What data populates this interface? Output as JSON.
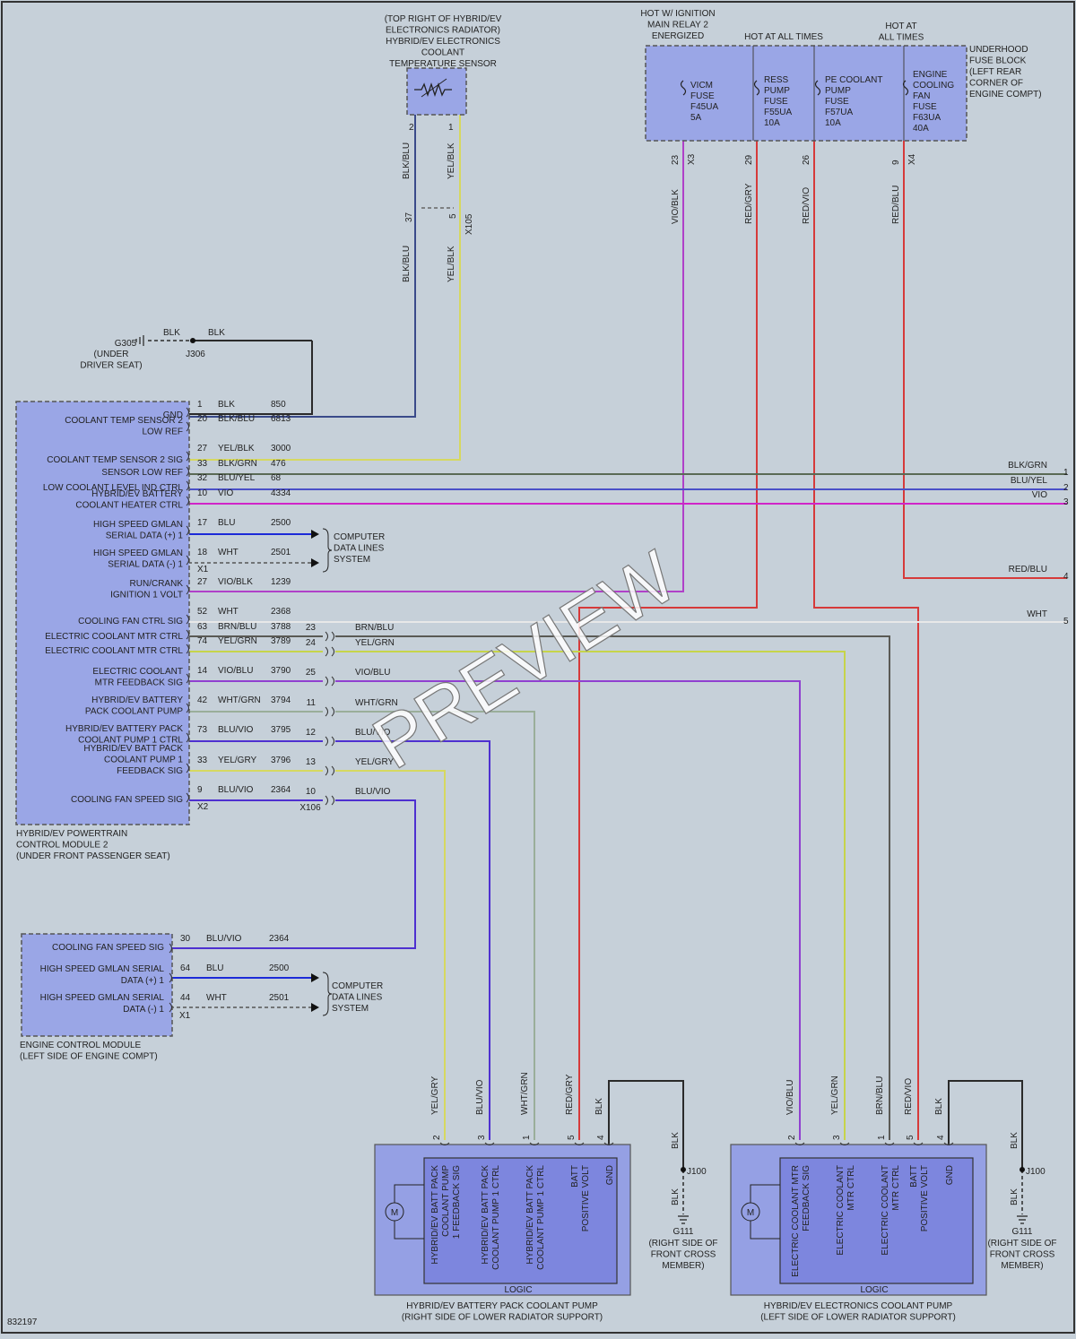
{
  "diagram_id": "832197",
  "watermark": "PREVIEW",
  "sensor_top": {
    "label_lines": [
      "(TOP RIGHT OF HYBRID/EV",
      "ELECTRONICS RADIATOR)",
      "HYBRID/EV ELECTRONICS",
      "COOLANT",
      "TEMPERATURE SENSOR"
    ],
    "pins": [
      "2",
      "1"
    ],
    "wires_upper": [
      "BLK/BLU",
      "YEL/BLK"
    ],
    "wires_lower": [
      "BLK/BLU",
      "YEL/BLK"
    ],
    "connector_pins": [
      "37",
      "5"
    ],
    "connector": "X105"
  },
  "fuse_block": {
    "headers": [
      "HOT W/ IGNITION",
      "MAIN RELAY 2",
      "ENERGIZED",
      "HOT AT ALL TIMES",
      "HOT AT",
      "ALL TIMES"
    ],
    "side_label": [
      "UNDERHOOD",
      "FUSE BLOCK",
      "(LEFT REAR",
      "CORNER OF",
      "ENGINE COMPT)"
    ],
    "fuses": [
      {
        "lines": [
          "VICM",
          "FUSE",
          "F45UA",
          "5A"
        ],
        "pin": "23",
        "conn": "X3",
        "wire": "VIO/BLK"
      },
      {
        "lines": [
          "RESS",
          "PUMP",
          "FUSE",
          "F55UA",
          "10A"
        ],
        "pin": "29",
        "conn": "",
        "wire": "RED/GRY"
      },
      {
        "lines": [
          "PE COOLANT",
          "PUMP",
          "FUSE",
          "F57UA",
          "10A"
        ],
        "pin": "26",
        "conn": "",
        "wire": "RED/VIO"
      },
      {
        "lines": [
          "ENGINE",
          "COOLING",
          "FAN",
          "FUSE",
          "F63UA",
          "40A"
        ],
        "pin": "9",
        "conn": "X4",
        "wire": "RED/BLU"
      }
    ]
  },
  "ground_top": {
    "ground": "G305",
    "ground_loc": [
      "(UNDER",
      "DRIVER SEAT)"
    ],
    "splice": "J306",
    "wires": [
      "BLK",
      "BLK"
    ]
  },
  "hpcm2": {
    "name_lines": [
      "HYBRID/EV POWERTRAIN",
      "CONTROL MODULE 2",
      "(UNDER FRONT PASSENGER SEAT)"
    ],
    "rows": [
      {
        "label": [
          "GND"
        ],
        "pin": "1",
        "wire": "BLK",
        "circuit": "850"
      },
      {
        "label": [
          "COOLANT TEMP SENSOR 2",
          "LOW REF"
        ],
        "pin": "20",
        "wire": "BLK/BLU",
        "circuit": "6813"
      },
      {
        "label": [
          "COOLANT TEMP SENSOR 2 SIG"
        ],
        "pin": "27",
        "wire": "YEL/BLK",
        "circuit": "3000"
      },
      {
        "label": [
          "SENSOR LOW REF"
        ],
        "pin": "33",
        "wire": "BLK/GRN",
        "circuit": "476"
      },
      {
        "label": [
          "LOW COOLANT LEVEL IND CTRL"
        ],
        "pin": "32",
        "wire": "BLU/YEL",
        "circuit": "68"
      },
      {
        "label": [
          "HYBRID/EV BATTERY",
          "COOLANT HEATER CTRL"
        ],
        "pin": "10",
        "wire": "VIO",
        "circuit": "4334"
      },
      {
        "label": [
          "HIGH SPEED GMLAN",
          "SERIAL DATA (+) 1"
        ],
        "pin": "17",
        "wire": "BLU",
        "circuit": "2500"
      },
      {
        "label": [
          "HIGH SPEED GMLAN",
          "SERIAL DATA (-) 1"
        ],
        "pin": "18",
        "wire": "WHT",
        "circuit": "2501"
      },
      {
        "label": [
          "RUN/CRANK",
          "IGNITION 1 VOLT"
        ],
        "pin": "27",
        "wire": "VIO/BLK",
        "circuit": "1239"
      },
      {
        "label": [
          "COOLING FAN CTRL SIG"
        ],
        "pin": "52",
        "wire": "WHT",
        "circuit": "2368"
      },
      {
        "label": [
          "ELECTRIC COOLANT MTR CTRL"
        ],
        "pin": "63",
        "wire": "BRN/BLU",
        "circuit": "3788"
      },
      {
        "label": [
          "ELECTRIC COOLANT MTR CTRL"
        ],
        "pin": "74",
        "wire": "YEL/GRN",
        "circuit": "3789"
      },
      {
        "label": [
          "ELECTRIC COOLANT",
          "MTR FEEDBACK SIG"
        ],
        "pin": "14",
        "wire": "VIO/BLU",
        "circuit": "3790"
      },
      {
        "label": [
          "HYBRID/EV BATTERY",
          "PACK COOLANT PUMP"
        ],
        "pin": "42",
        "wire": "WHT/GRN",
        "circuit": "3794"
      },
      {
        "label": [
          "HYBRID/EV BATTERY PACK",
          "COOLANT PUMP 1 CTRL"
        ],
        "pin": "73",
        "wire": "BLU/VIO",
        "circuit": "3795"
      },
      {
        "label": [
          "HYBRID/EV BATT PACK",
          "COOLANT PUMP 1",
          "FEEDBACK SIG"
        ],
        "pin": "33",
        "wire": "YEL/GRY",
        "circuit": "3796"
      },
      {
        "label": [
          "COOLING FAN SPEED SIG"
        ],
        "pin": "9",
        "wire": "BLU/VIO",
        "circuit": "2364"
      }
    ],
    "conn_x1": "X1",
    "conn_x2": "X2",
    "inline_pins": [
      "23",
      "24",
      "25",
      "11",
      "12",
      "13",
      "10"
    ],
    "inline_wires": [
      "BRN/BLU",
      "YEL/GRN",
      "VIO/BLU",
      "WHT/GRN",
      "BLU/VIO",
      "YEL/GRY",
      "BLU/VIO"
    ],
    "inline_conn": "X106",
    "data_lines": [
      "COMPUTER",
      "DATA LINES",
      "SYSTEM"
    ]
  },
  "right_offpage": [
    {
      "wire": "BLK/GRN",
      "num": "1"
    },
    {
      "wire": "BLU/YEL",
      "num": "2"
    },
    {
      "wire": "VIO",
      "num": "3"
    },
    {
      "wire": "RED/BLU",
      "num": "4"
    },
    {
      "wire": "WHT",
      "num": "5"
    }
  ],
  "ecm": {
    "name_lines": [
      "ENGINE CONTROL MODULE",
      "(LEFT SIDE OF ENGINE COMPT)"
    ],
    "rows": [
      {
        "label": [
          "COOLING FAN SPEED SIG"
        ],
        "pin": "30",
        "wire": "BLU/VIO",
        "circuit": "2364"
      },
      {
        "label": [
          "HIGH SPEED GMLAN SERIAL",
          "DATA (+) 1"
        ],
        "pin": "64",
        "wire": "BLU",
        "circuit": "2500"
      },
      {
        "label": [
          "HIGH SPEED GMLAN SERIAL",
          "DATA (-) 1"
        ],
        "pin": "44",
        "wire": "WHT",
        "circuit": "2501"
      }
    ],
    "conn": "X1",
    "data_lines": [
      "COMPUTER",
      "DATA LINES",
      "SYSTEM"
    ]
  },
  "pump_left": {
    "name_lines": [
      "HYBRID/EV BATTERY PACK COOLANT PUMP",
      "(RIGHT SIDE OF LOWER RADIATOR SUPPORT)"
    ],
    "logic": "LOGIC",
    "motor": "M",
    "pins": [
      {
        "pin": "2",
        "wire": "YEL/GRY",
        "func": [
          "HYBRID/EV BATT PACK",
          "COOLANT PUMP",
          "1 FEEDBACK SIG"
        ]
      },
      {
        "pin": "3",
        "wire": "BLU/VIO",
        "func": [
          "HYBRID/EV BATT PACK",
          "COOLANT PUMP 1 CTRL"
        ]
      },
      {
        "pin": "1",
        "wire": "WHT/GRN",
        "func": [
          "HYBRID/EV BATT PACK",
          "COOLANT PUMP 1 CTRL"
        ]
      },
      {
        "pin": "5",
        "wire": "RED/GRY",
        "func": [
          "BATT",
          "POSITIVE VOLT"
        ]
      },
      {
        "pin": "4",
        "wire": "BLK",
        "func": [
          "GND"
        ]
      }
    ],
    "ground": {
      "wire1": "BLK",
      "splice": "J100",
      "wire2": "BLK",
      "ground": "G111",
      "loc": [
        "(RIGHT SIDE OF",
        "FRONT CROSS",
        "MEMBER)"
      ]
    }
  },
  "pump_right": {
    "name_lines": [
      "HYBRID/EV ELECTRONICS COOLANT PUMP",
      "(LEFT SIDE OF LOWER RADIATOR SUPPORT)"
    ],
    "logic": "LOGIC",
    "motor": "M",
    "pins": [
      {
        "pin": "2",
        "wire": "VIO/BLU",
        "func": [
          "ELECTRIC COOLANT MTR",
          "FEEDBACK SIG"
        ]
      },
      {
        "pin": "3",
        "wire": "YEL/GRN",
        "func": [
          "ELECTRIC COOLANT",
          "MTR CTRL"
        ]
      },
      {
        "pin": "1",
        "wire": "BRN/BLU",
        "func": [
          "ELECTRIC COOLANT",
          "MTR CTRL"
        ]
      },
      {
        "pin": "5",
        "wire": "RED/VIO",
        "func": [
          "BATT",
          "POSITIVE VOLT"
        ]
      },
      {
        "pin": "4",
        "wire": "BLK",
        "func": [
          "GND"
        ]
      }
    ],
    "ground": {
      "wire1": "BLK",
      "splice": "J100",
      "wire2": "BLK",
      "ground": "G111",
      "loc": [
        "(RIGHT SIDE OF",
        "FRONT CROSS",
        "MEMBER)"
      ]
    }
  },
  "colors": {
    "BLK": "#2a2a2a",
    "BLU": "#1c2ad8",
    "VIO": "#d024c8",
    "RED": "#d63a3a",
    "YEL": "#d6d860",
    "WHT": "#f2f2f2",
    "GRN": "#8ea88e",
    "BRN": "#5a5a55",
    "BLU_VIO": "#4e30d0",
    "VIO_BLK": "#b040c8",
    "VIO_BLU": "#9040d0",
    "YEL_GRN": "#c6d44a",
    "BG": "#c6d0d9",
    "MODULE": "#9aa6e6",
    "PUMP_INNER": "#7d86de"
  }
}
